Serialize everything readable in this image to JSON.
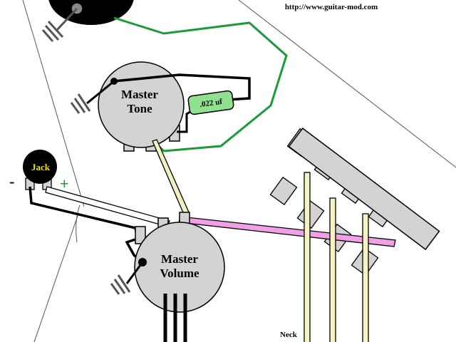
{
  "header": {
    "url": "http://www.guitar-mod.com"
  },
  "components": {
    "tone_pot": {
      "line1": "Master",
      "line2": "Tone"
    },
    "volume_pot": {
      "line1": "Master",
      "line2": "Volume"
    },
    "capacitor": {
      "value": ".022 uf"
    },
    "jack": {
      "label": "Jack",
      "minus": "-",
      "plus": "+"
    }
  },
  "pickups": {
    "neck_label": "Neck"
  },
  "colors": {
    "background": "#ffffff",
    "pot_fill": "#d3d3d3",
    "capacitor_fill": "#8fe08f",
    "ground_wire": "#1a9a3a",
    "hot_wire": "#f0a0e6",
    "tone_wire": "#f2f0c0",
    "pickup_wire": "#f7f3c0",
    "jack_label": "#f0e000",
    "plus_sign": "#1a9a3a"
  },
  "icons": [
    "ground-symbol-icon"
  ]
}
